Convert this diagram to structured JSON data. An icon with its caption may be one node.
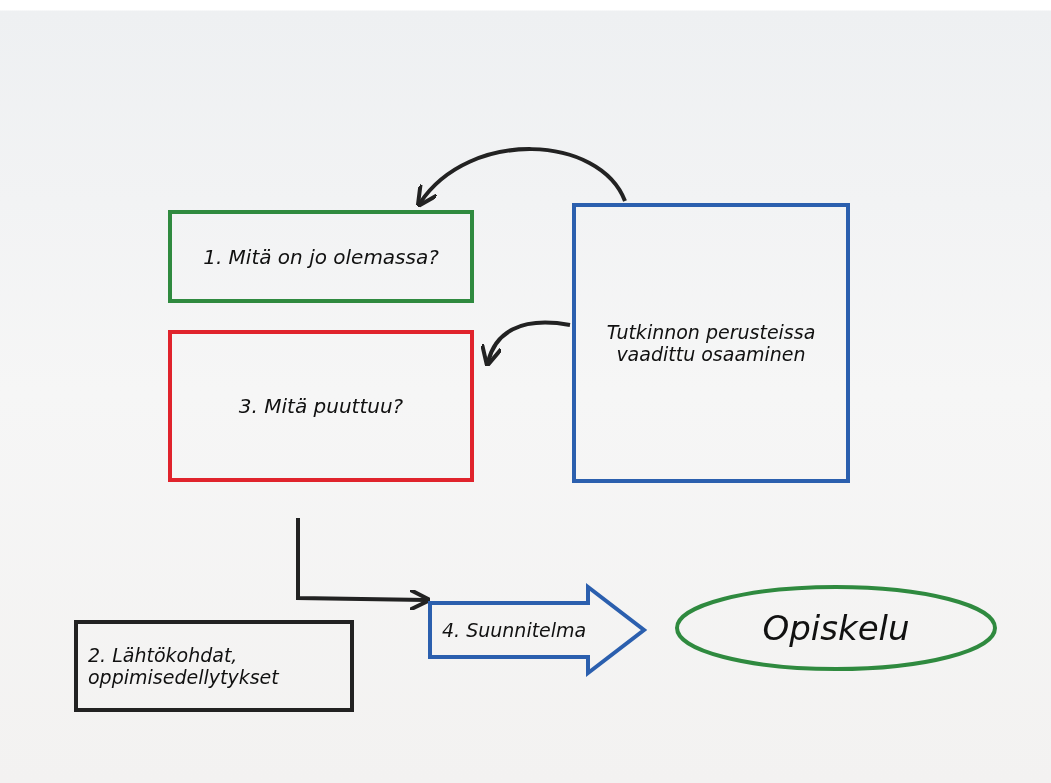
{
  "diagram": {
    "nodes": [
      {
        "text": [
          "1. Mitä on jo olemassa?"
        ]
      },
      {
        "text": [
          "3. Mitä puuttuu?"
        ]
      },
      {
        "text": [
          "Tutkinnon perusteissa vaadittu osaaminen"
        ]
      },
      {
        "text": [
          "2. Lähtökohdat, oppimisedellytykset"
        ]
      },
      {
        "text": [
          "4. Suunnitelma"
        ]
      },
      {
        "text": [
          "Opiskelu"
        ]
      }
    ],
    "edges": [
      {
        "from": 2,
        "to": 0,
        "arrow": "to"
      },
      {
        "from": 2,
        "to": 1,
        "arrow": "to"
      },
      {
        "from": 1,
        "to": 4,
        "arrow": "to"
      }
    ]
  }
}
